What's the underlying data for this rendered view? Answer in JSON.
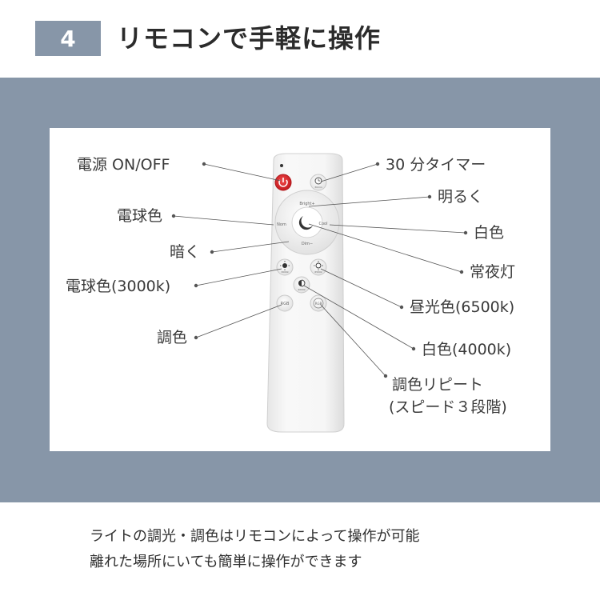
{
  "header": {
    "step_number": "4",
    "title": "リモコンで手軽に操作"
  },
  "remote": {
    "top_label": "Bright+",
    "bottom_label": "Dim−",
    "left_label": "Nom",
    "right_label": "Cool",
    "btn_3000k": "3000k",
    "btn_6500k": "6500k",
    "btn_4000k": "4000k",
    "btn_rgb": "RGB",
    "btn_rgb_repeat": "RGB",
    "btn_timer": "30min"
  },
  "labels": {
    "power": "電源 ON/OFF",
    "warm": "電球色",
    "dark": "暗く",
    "warm3000": "電球色(3000k)",
    "color_adjust": "調色",
    "timer": "30 分タイマー",
    "bright": "明るく",
    "white": "白色",
    "night": "常夜灯",
    "daylight": "昼光色(6500k)",
    "white4000": "白色(4000k)",
    "repeat_line1": "調色リピート",
    "repeat_line2": "(スピード３段階)"
  },
  "caption": {
    "line1": "ライトの調光・調色はリモコンによって操作が可能",
    "line2": "離れた場所にいても簡単に操作ができます"
  },
  "colors": {
    "band": "#8796a8",
    "power_button": "#d9252a"
  }
}
